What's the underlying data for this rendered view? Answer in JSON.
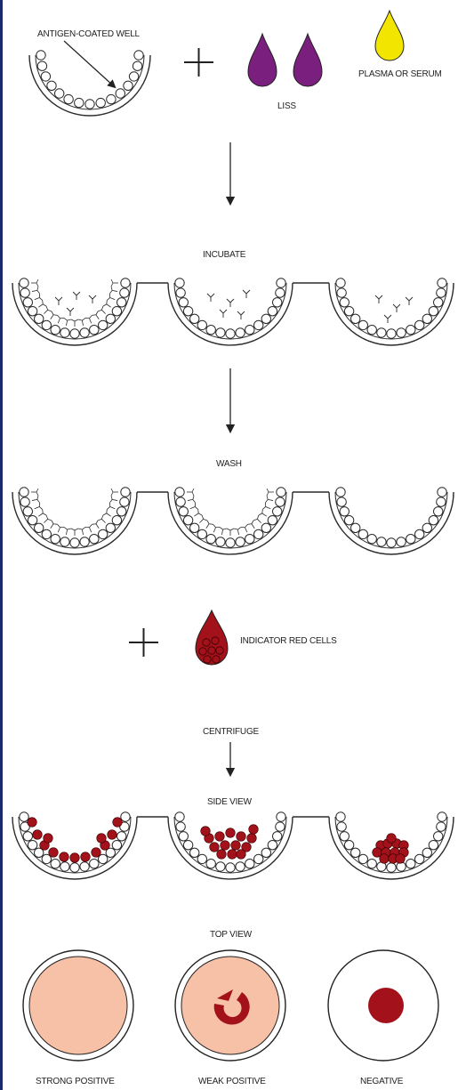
{
  "labels": {
    "antigen_well": "ANTIGEN-COATED WELL",
    "liss": "LISS",
    "plasma": "PLASMA OR SERUM",
    "incubate": "INCUBATE",
    "wash": "WASH",
    "indicator": "INDICATOR RED CELLS",
    "centrifuge": "CENTRIFUGE",
    "side_view": "SIDE VIEW",
    "top_view": "TOP VIEW",
    "strong": "STRONG POSITIVE",
    "weak": "WEAK POSITIVE",
    "negative": "NEGATIVE"
  },
  "colors": {
    "liss": "#7a1f7e",
    "plasma": "#f2e600",
    "red_cell": "#a3121a",
    "pink": "#f7c1a8",
    "stroke": "#2b2b2b",
    "edge": "#1b2a6b"
  }
}
